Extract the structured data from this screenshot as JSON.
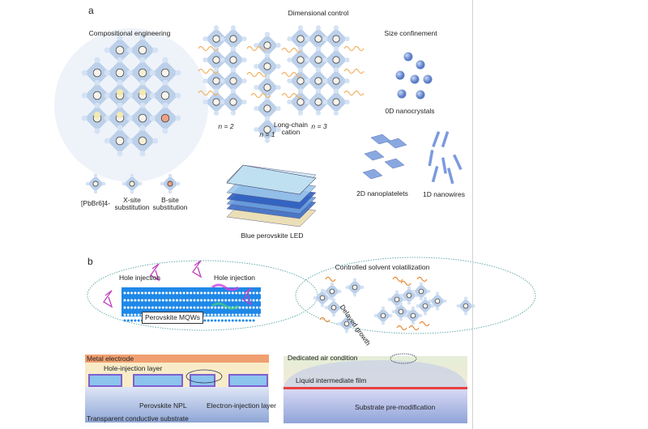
{
  "panel_a": {
    "label": "a",
    "compositional": {
      "title": "Compositional engineering",
      "legend": [
        "[PbBr6]4-",
        "X-site substitution",
        "B-site substitution"
      ]
    },
    "dimensional": {
      "title": "Dimensional control",
      "labels": [
        "n = 2",
        "n = 1",
        "Long-chain cation",
        "n = 3"
      ]
    },
    "size": {
      "title": "Size confinement",
      "labels": [
        "0D nanocrystals",
        "2D nanoplatelets",
        "1D nanowires"
      ]
    },
    "led_label": "Blue perovskite LED"
  },
  "panel_b": {
    "label": "b",
    "mqw": {
      "hole_injection_1": "Hole injection",
      "hole_injection_2": "Hole injection",
      "box": "Perovskite MQWs"
    },
    "solvent": {
      "title": "Controlled solvent volatilization",
      "delayed": "Delayed growth"
    },
    "device": {
      "metal": "Metal electrode",
      "hil": "Hole-injection layer",
      "npl": "Perovskite NPL",
      "eil": "Electron-injection layer",
      "substrate": "Transparent conductive substrate"
    },
    "film": {
      "air": "Dedicated air condition",
      "liquid": "Liquid intermediate film",
      "premod": "Substrate pre-modification"
    }
  },
  "colors": {
    "octahedron": "#bcd0ea",
    "cation": "#f0b060",
    "mqw": "#1e88e8",
    "metal": "#f0a070",
    "red_line": "#e84040"
  }
}
